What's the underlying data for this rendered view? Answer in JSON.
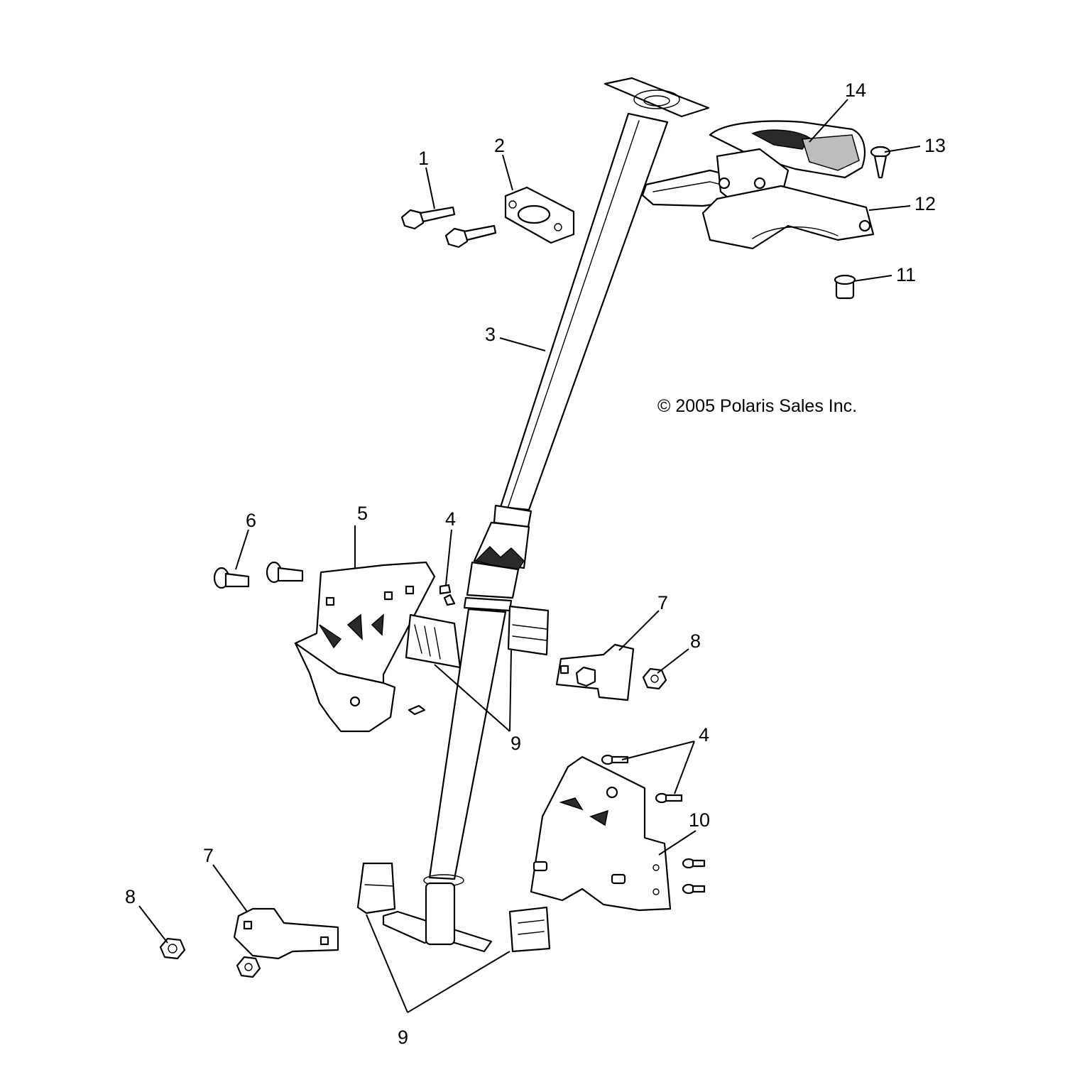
{
  "diagram": {
    "copyright": "© 2005 Polaris Sales Inc.",
    "callouts": {
      "c1": "1",
      "c2": "2",
      "c3": "3",
      "c4_upper": "4",
      "c4_lower": "4",
      "c5": "5",
      "c6": "6",
      "c7_right": "7",
      "c7_left": "7",
      "c8_right": "8",
      "c8_left": "8",
      "c9_mid": "9",
      "c9_bottom": "9",
      "c10": "10",
      "c11": "11",
      "c12": "12",
      "c13": "13",
      "c14": "14"
    }
  }
}
